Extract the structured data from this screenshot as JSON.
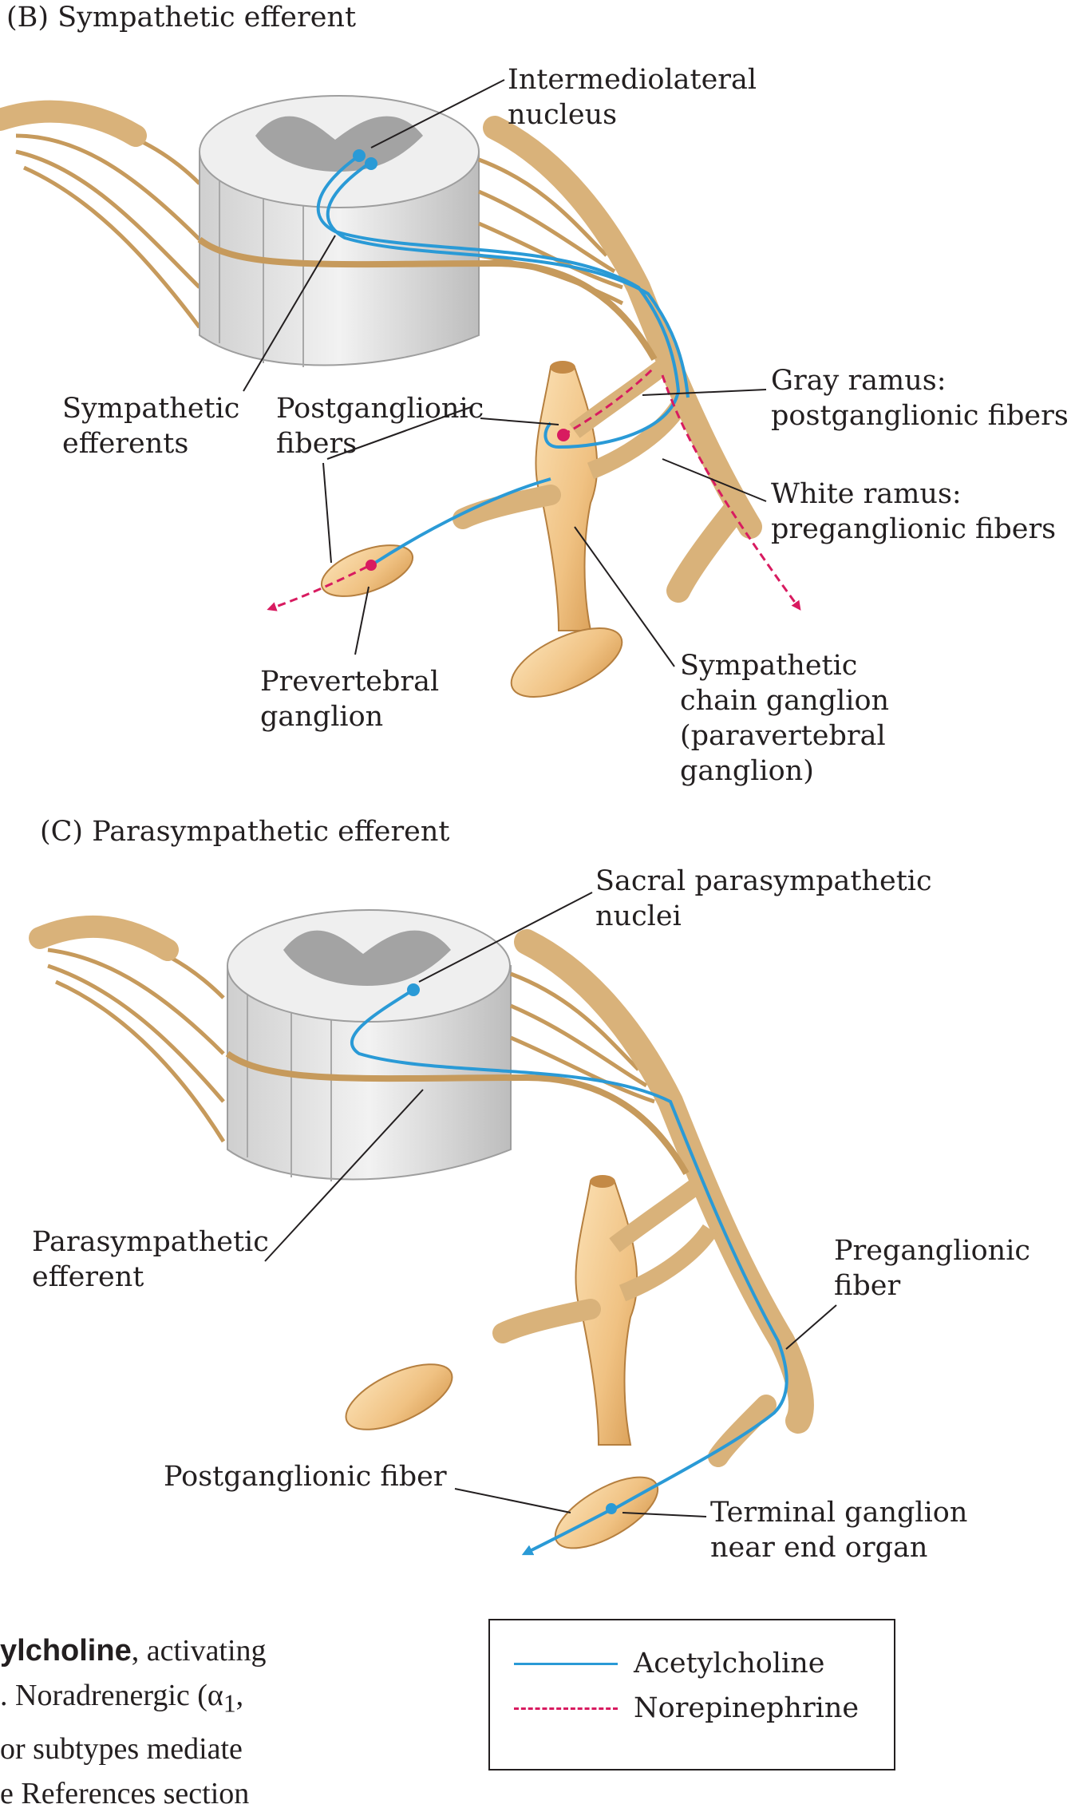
{
  "panels": {
    "sympathetic": {
      "title": "(B)  Sympathetic efferent",
      "labels": {
        "intermediolateral": "Intermediolateral\nnucleus",
        "sympathetic_efferents": "Sympathetic\nefferents",
        "postganglionic_fibers": "Postganglionic\nfibers",
        "gray_ramus": "Gray ramus:\npostganglionic fibers",
        "white_ramus": "White ramus:\npreganglionic fibers",
        "prevertebral_ganglion": "Prevertebral\nganglion",
        "chain_ganglion": "Sympathetic\nchain ganglion\n(paravertebral\nganglion)"
      }
    },
    "parasympathetic": {
      "title": "(C)  Parasympathetic efferent",
      "labels": {
        "sacral_nuclei": "Sacral parasympathetic\nnuclei",
        "parasympathetic_efferent": "Parasympathetic\nefferent",
        "preganglionic_fiber": "Preganglionic\nfiber",
        "postganglionic_fiber": "Postganglionic fiber",
        "terminal_ganglion": "Terminal ganglion\nnear end organ"
      }
    }
  },
  "legend": {
    "acetylcholine": "Acetylcholine",
    "norepinephrine": "Norepinephrine"
  },
  "body_text": {
    "line1_bold": "ylcholine",
    "line1_rest": ", activating",
    "line2": ". Noradrenergic (α",
    "line2_sub": "1",
    "line2_end": ",",
    "line3": "or subtypes mediate",
    "line4": "e References section"
  },
  "colors": {
    "acetylcholine": "#2a9ad6",
    "norepinephrine": "#d81b60",
    "nerve": "#d9b27a",
    "ganglion": "#f3c98e",
    "cord": "#e6e6e6"
  }
}
